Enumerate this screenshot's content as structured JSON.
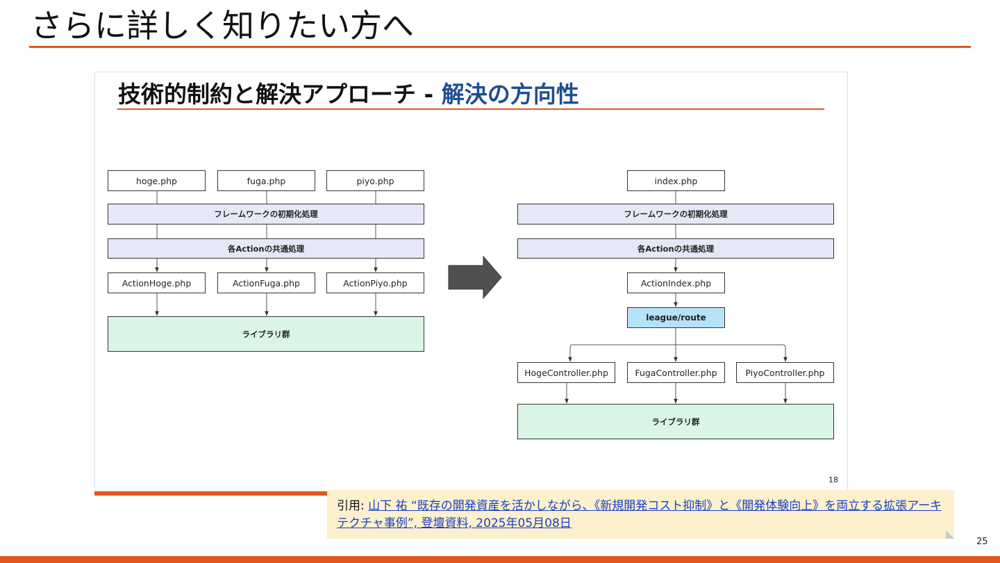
{
  "page": {
    "title": "さらに詳しく知りたい方へ",
    "page_number": "25",
    "accent_color": "#e2571b"
  },
  "slide": {
    "title_main": "技術的制約と解決アプローチ - ",
    "title_accent": "解決の方向性",
    "slide_number": "18",
    "arrow_icon": "right-arrow-icon",
    "before": {
      "entry_files": [
        "hoge.php",
        "fuga.php",
        "piyo.php"
      ],
      "framework_init": "フレームワークの初期化処理",
      "common_action": "各Actionの共通処理",
      "actions": [
        "ActionHoge.php",
        "ActionFuga.php",
        "ActionPiyo.php"
      ],
      "library": "ライブラリ群"
    },
    "after": {
      "entry_file": "index.php",
      "framework_init": "フレームワークの初期化処理",
      "common_action": "各Actionの共通処理",
      "action": "ActionIndex.php",
      "router": "league/route",
      "controllers": [
        "HogeController.php",
        "FugaController.php",
        "PiyoController.php"
      ],
      "library": "ライブラリ群"
    }
  },
  "citation": {
    "prefix": "引用: ",
    "link_text": "山下 祐 “既存の開発資産を活かしながら､《新規開発コスト抑制》と《開発体験向上》を両立する拡張アーキテクチャ事例”, 登壇資料, 2025年05月08日"
  }
}
